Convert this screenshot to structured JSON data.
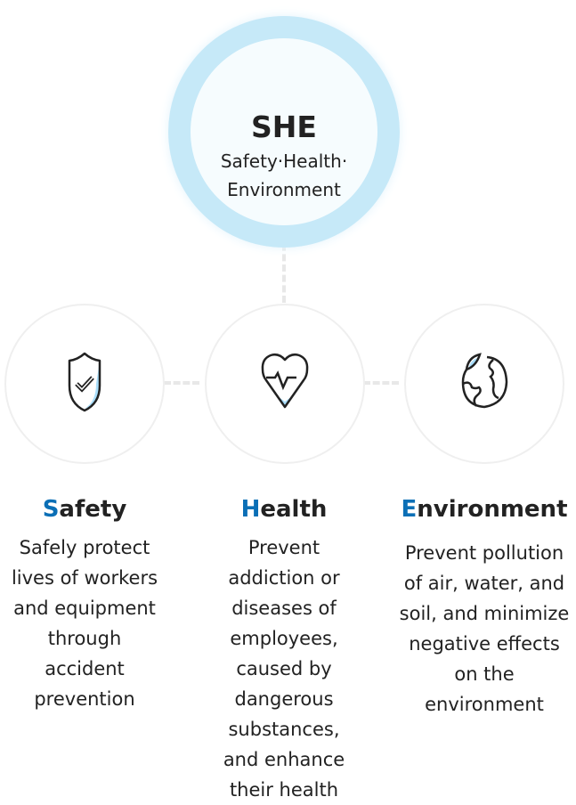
{
  "hub": {
    "title": "SHE",
    "subtitle_line1": "Safety·Health·",
    "subtitle_line2": "Environment"
  },
  "colors": {
    "accent": "#0b6fb6",
    "icon_fill": "#a9defb"
  },
  "items": [
    {
      "first": "S",
      "rest": "afety",
      "icon": "shield-check-icon",
      "lines": [
        "Safely protect",
        "lives of workers",
        "and equipment",
        "through",
        "accident",
        "prevention"
      ]
    },
    {
      "first": "H",
      "rest": "ealth",
      "icon": "heart-pulse-icon",
      "lines": [
        "Prevent",
        "addiction or",
        "diseases of",
        "employees,",
        "caused by",
        "dangerous",
        "substances,",
        "and enhance",
        "their health"
      ]
    },
    {
      "first": "E",
      "rest": "nvironment",
      "icon": "globe-leaf-icon",
      "lines": [
        "Prevent pollution",
        "of air, water, and",
        "soil, and minimize",
        "negative effects",
        "on the",
        "environment"
      ]
    }
  ]
}
